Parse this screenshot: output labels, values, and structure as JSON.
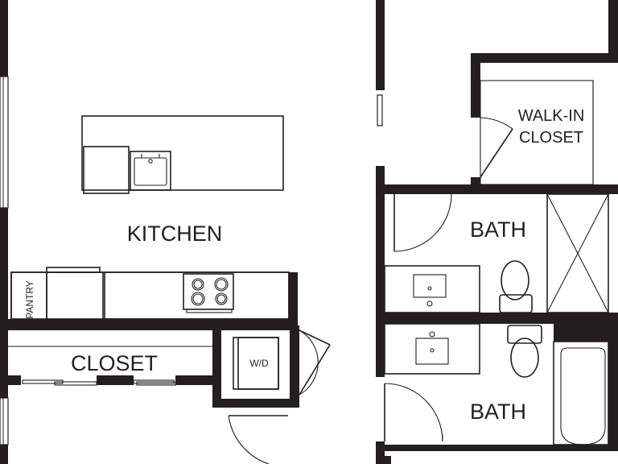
{
  "rooms": {
    "kitchen": "KITCHEN",
    "closet": "CLOSET",
    "walk_in_closet_line1": "WALK-IN",
    "walk_in_closet_line2": "CLOSET",
    "bath_upper": "BATH",
    "bath_lower": "BATH"
  },
  "fixtures": {
    "pantry": "PANTRY",
    "washer_dryer": "W/D"
  },
  "colors": {
    "wall": "#231f20",
    "background": "#ffffff"
  }
}
